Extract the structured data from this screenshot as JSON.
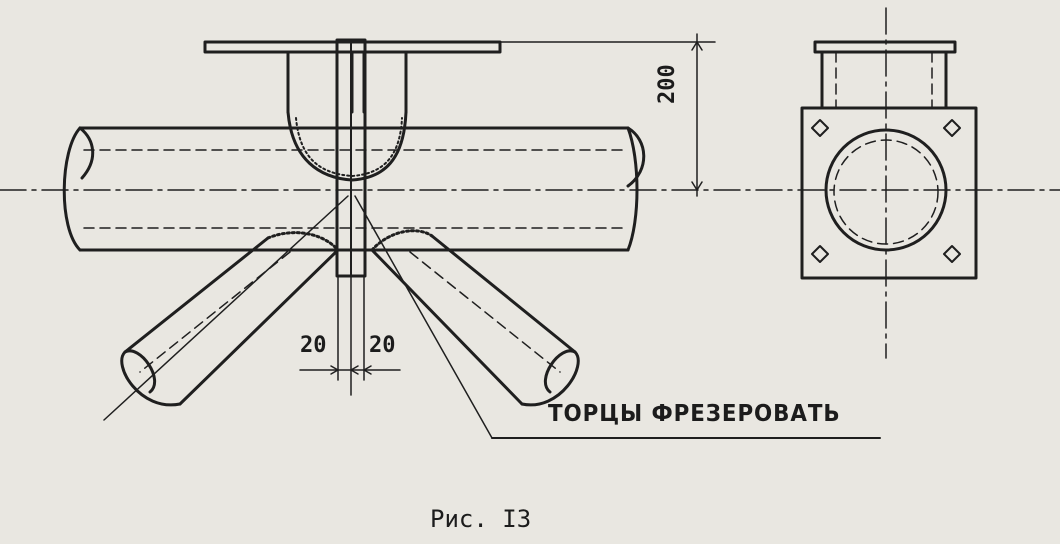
{
  "drawing": {
    "dimension_height": "200",
    "dimension_left": "20",
    "dimension_right": "20",
    "note": "ТОРЦЫ ФРЕЗЕРОВАТЬ",
    "caption": "Рис. I3"
  },
  "colors": {
    "paper": "#e9e7e1",
    "ink": "#1f1f1f"
  }
}
